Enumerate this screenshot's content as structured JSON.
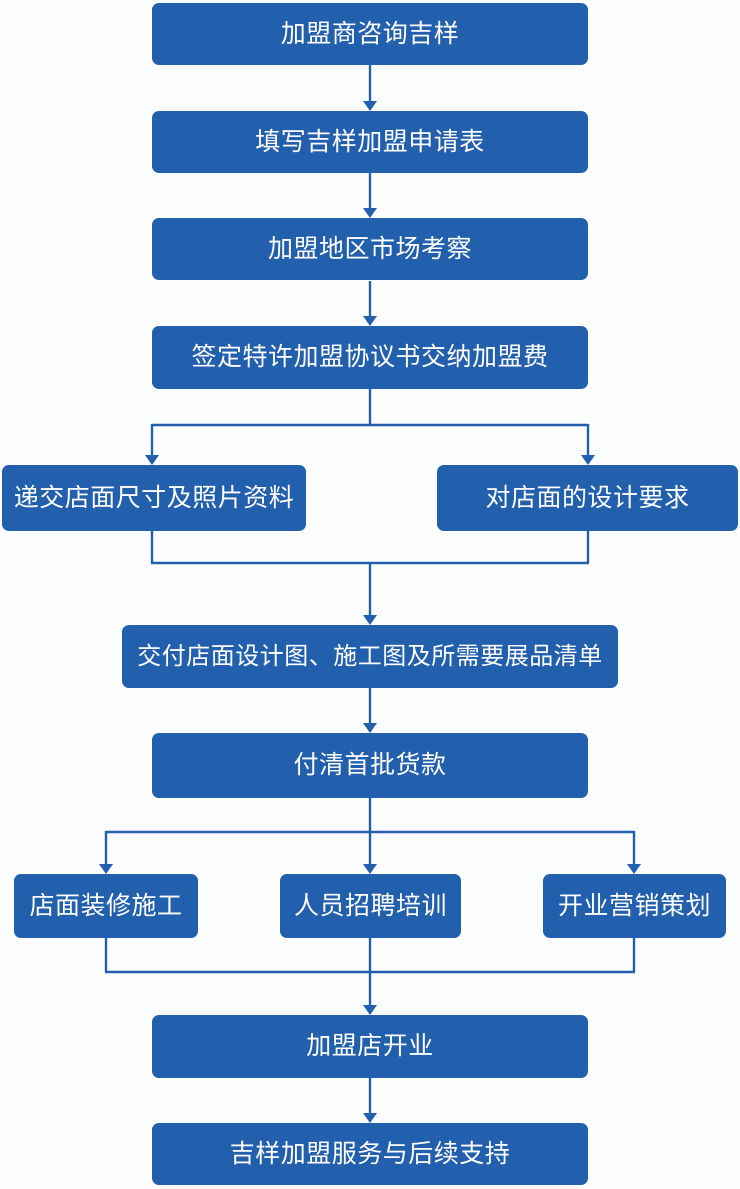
{
  "diagram": {
    "type": "flowchart",
    "colors": {
      "node_fill": "#225FAC",
      "connector": "#225FAC",
      "node_text": "#FFFFFF",
      "background": "#FCFDFF"
    },
    "nodes": [
      {
        "id": "consult",
        "label": "加盟商咨询吉样"
      },
      {
        "id": "application-form",
        "label": "填写吉样加盟申请表"
      },
      {
        "id": "market-survey",
        "label": "加盟地区市场考察"
      },
      {
        "id": "sign-agreement",
        "label": "签定特许加盟协议书交纳加盟费"
      },
      {
        "id": "submit-store-info",
        "label": "递交店面尺寸及照片资料"
      },
      {
        "id": "design-requirements",
        "label": "对店面的设计要求"
      },
      {
        "id": "deliver-design",
        "label": "交付店面设计图、施工图及所需要展品清单"
      },
      {
        "id": "pay-first-goods",
        "label": "付清首批货款"
      },
      {
        "id": "store-decoration",
        "label": "店面装修施工"
      },
      {
        "id": "staff-recruitment",
        "label": "人员招聘培训"
      },
      {
        "id": "opening-marketing",
        "label": "开业营销策划"
      },
      {
        "id": "store-opening",
        "label": "加盟店开业"
      },
      {
        "id": "followup-support",
        "label": "吉样加盟服务与后续支持"
      }
    ],
    "edges": [
      {
        "from": "consult",
        "to": "application-form"
      },
      {
        "from": "application-form",
        "to": "market-survey"
      },
      {
        "from": "market-survey",
        "to": "sign-agreement"
      },
      {
        "from": "sign-agreement",
        "to": "submit-store-info"
      },
      {
        "from": "sign-agreement",
        "to": "design-requirements"
      },
      {
        "from": "submit-store-info",
        "to": "deliver-design"
      },
      {
        "from": "design-requirements",
        "to": "deliver-design"
      },
      {
        "from": "deliver-design",
        "to": "pay-first-goods"
      },
      {
        "from": "pay-first-goods",
        "to": "store-decoration"
      },
      {
        "from": "pay-first-goods",
        "to": "staff-recruitment"
      },
      {
        "from": "pay-first-goods",
        "to": "opening-marketing"
      },
      {
        "from": "store-decoration",
        "to": "store-opening"
      },
      {
        "from": "staff-recruitment",
        "to": "store-opening"
      },
      {
        "from": "opening-marketing",
        "to": "store-opening"
      },
      {
        "from": "store-opening",
        "to": "followup-support"
      }
    ]
  }
}
